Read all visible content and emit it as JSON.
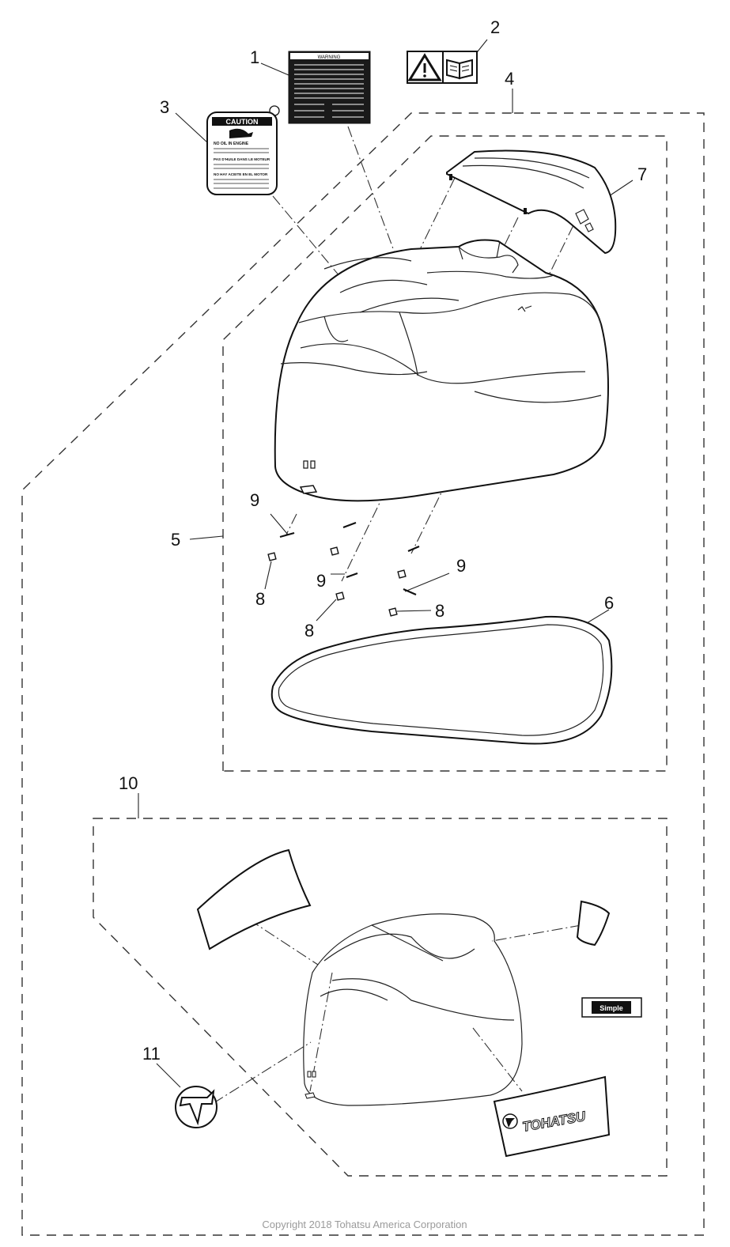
{
  "callouts": {
    "c1": "1",
    "c2": "2",
    "c3": "3",
    "c4": "4",
    "c5": "5",
    "c6": "6",
    "c7": "7",
    "c8a": "8",
    "c8b": "8",
    "c8c": "8",
    "c9a": "9",
    "c9b": "9",
    "c9c": "9",
    "c10": "10",
    "c11": "11"
  },
  "labels": {
    "caution_header": "CAUTION",
    "caution_line1": "NO OIL IN ENGINE",
    "caution_line2": "PAS D'HUILE DANS LE MOTEUR",
    "caution_line3": "NO HAY ACEITE EN EL MOTOR",
    "warning_header": "WARNING",
    "brand_decal": "TOHATSU",
    "badge_text": "Simple"
  },
  "footer": {
    "copyright": "Copyright 2018 Tohatsu America Corporation"
  },
  "icons": {
    "warning": "warning-triangle-icon",
    "manual": "open-book-icon",
    "logo": "tohatsu-logo-icon"
  }
}
